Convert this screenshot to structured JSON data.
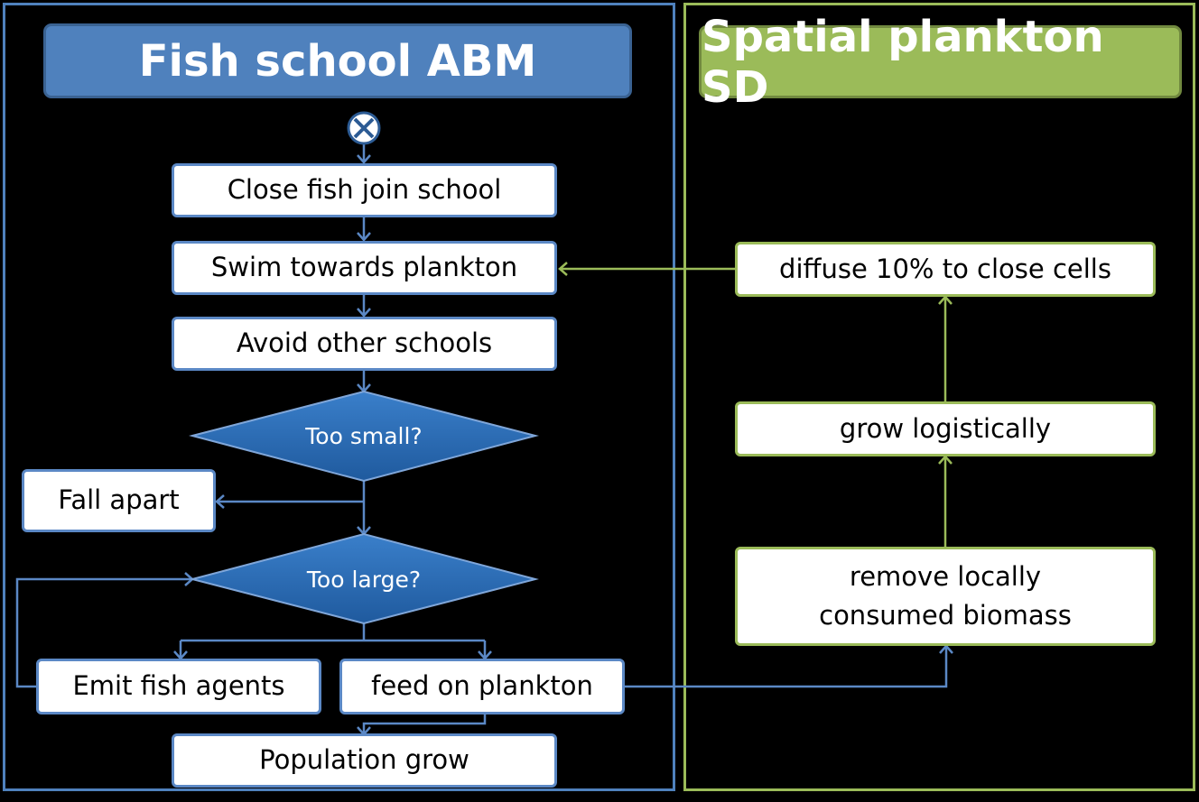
{
  "left_panel": {
    "title": "Fish school ABM"
  },
  "right_panel": {
    "title": "Spatial plankton SD"
  },
  "nodes": {
    "join": "Close fish join school",
    "swim": "Swim towards plankton",
    "avoid": "Avoid other schools",
    "too_small": "Too small?",
    "fall_apart": "Fall apart",
    "too_large": "Too large?",
    "emit": "Emit fish agents",
    "feed": "feed on plankton",
    "grow_pop": "Population grow",
    "diffuse": "diffuse 10% to close cells",
    "grow_log": "grow logistically",
    "remove_line1": "remove locally",
    "remove_line2": "consumed biomass"
  },
  "colors": {
    "abm_blue": "#4f81bd",
    "sd_green": "#9bbb59",
    "diamond_blue": "#2e6db3"
  },
  "icons": {
    "start": "start-circle-x-icon"
  }
}
